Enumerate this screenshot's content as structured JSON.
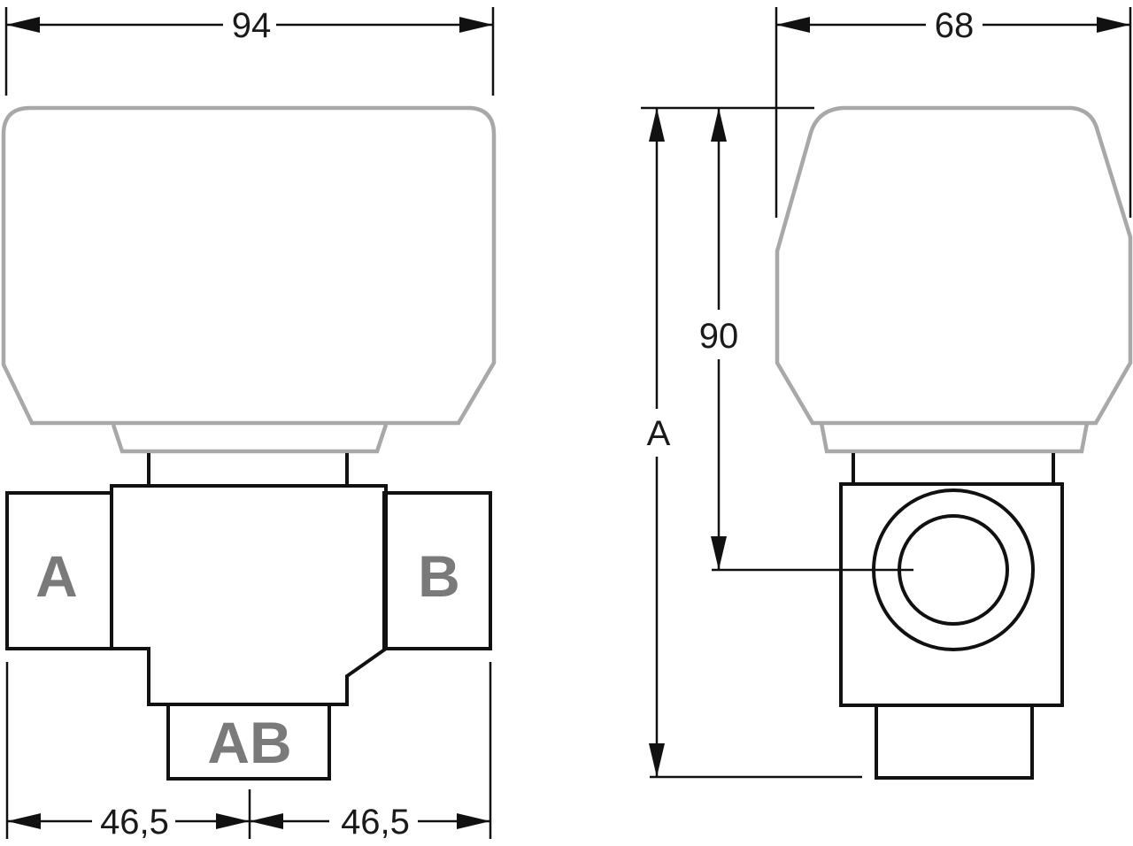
{
  "dimensions": {
    "front_width": "94",
    "side_width": "68",
    "height_axis": "90",
    "overall_height": "A",
    "left_half": "46,5",
    "right_half": "46,5"
  },
  "ports": {
    "a": "A",
    "b": "B",
    "ab": "AB"
  },
  "colors": {
    "line": "#111111",
    "actuator_outline": "#a8a8a8",
    "port_label": "#7a7a7a"
  }
}
